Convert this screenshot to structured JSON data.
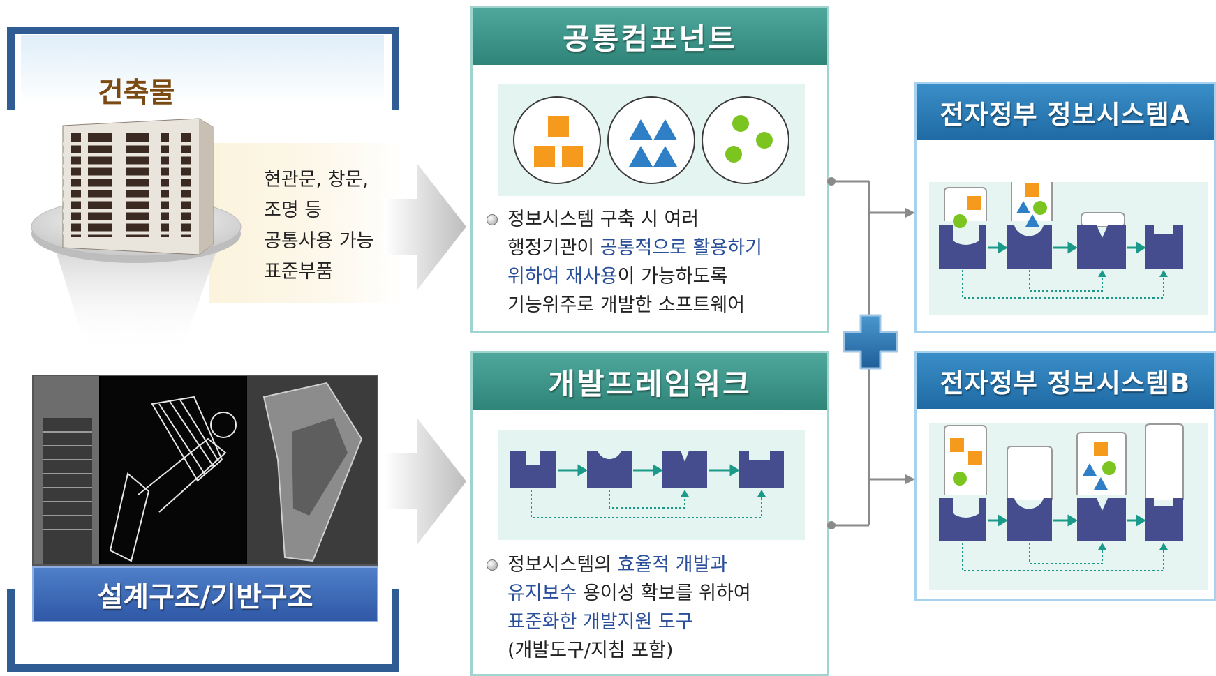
{
  "building": {
    "title": "건축물",
    "description": "현관문, 창문,\n조명 등\n공통사용 가능\n표준부품"
  },
  "infrastructure": {
    "label": "설계구조/기반구조"
  },
  "common_components": {
    "title": "공통컴포넌트",
    "desc": {
      "line1": "정보시스템 구축 시 여러",
      "line2_a": "행정기관이 ",
      "line2_b": "공통적으로  활용하기",
      "line3_a": "위하여 재사용",
      "line3_b": "이 가능하도록",
      "line4": "기능위주로 개발한 소프트웨어"
    }
  },
  "dev_framework": {
    "title": "개발프레임워크",
    "desc": {
      "line1_a": "정보시스템의 ",
      "line1_b": "효율적 개발과",
      "line2_a": "유지보수",
      "line2_b": " 용이성 확보를 위하여",
      "line3": "표준화한 개발지원 도구",
      "line4": "(개발도구/지침 포함)"
    }
  },
  "system_a": {
    "title": "전자정부 정보시스템A"
  },
  "system_b": {
    "title": "전자정부 정보시스템B"
  },
  "colors": {
    "teal_header": "#2f8478",
    "blue_header": "#1f6aa5",
    "navy_block": "#454d8e",
    "orange": "#f59a1c",
    "shape_blue": "#2e7fc6",
    "green": "#7cc520",
    "arrow_teal": "#1b9a8a"
  }
}
